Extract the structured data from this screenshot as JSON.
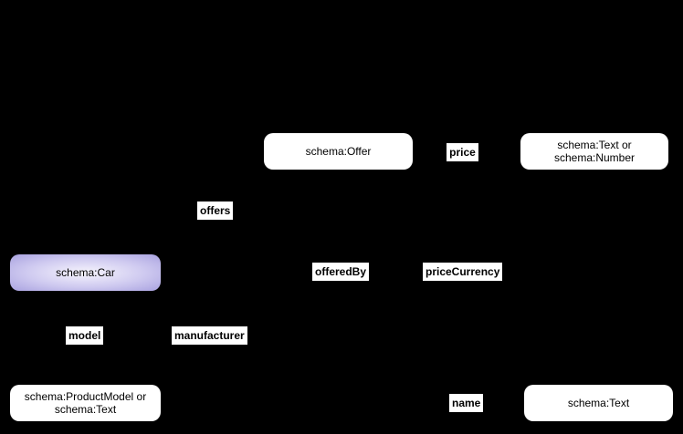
{
  "diagram": {
    "background_color": "#000000",
    "node_fill_color": "#ffffff",
    "text_color": "#000000",
    "car_node_gradient": {
      "center": "#f7f5fd",
      "edge": "#a9a2e0"
    },
    "nodes": {
      "offer": {
        "label": "schema:Offer"
      },
      "text_or_number": {
        "line1": "schema:Text or",
        "line2": "schema:Number"
      },
      "car": {
        "label": "schema:Car"
      },
      "product_model_or_text": {
        "line1": "schema:ProductModel or",
        "line2": "schema:Text"
      },
      "text": {
        "label": "schema:Text"
      }
    },
    "edge_labels": {
      "offers": "offers",
      "price": "price",
      "offered_by": "offeredBy",
      "price_currency": "priceCurrency",
      "model": "model",
      "manufacturer": "manufacturer",
      "name": "name"
    }
  }
}
